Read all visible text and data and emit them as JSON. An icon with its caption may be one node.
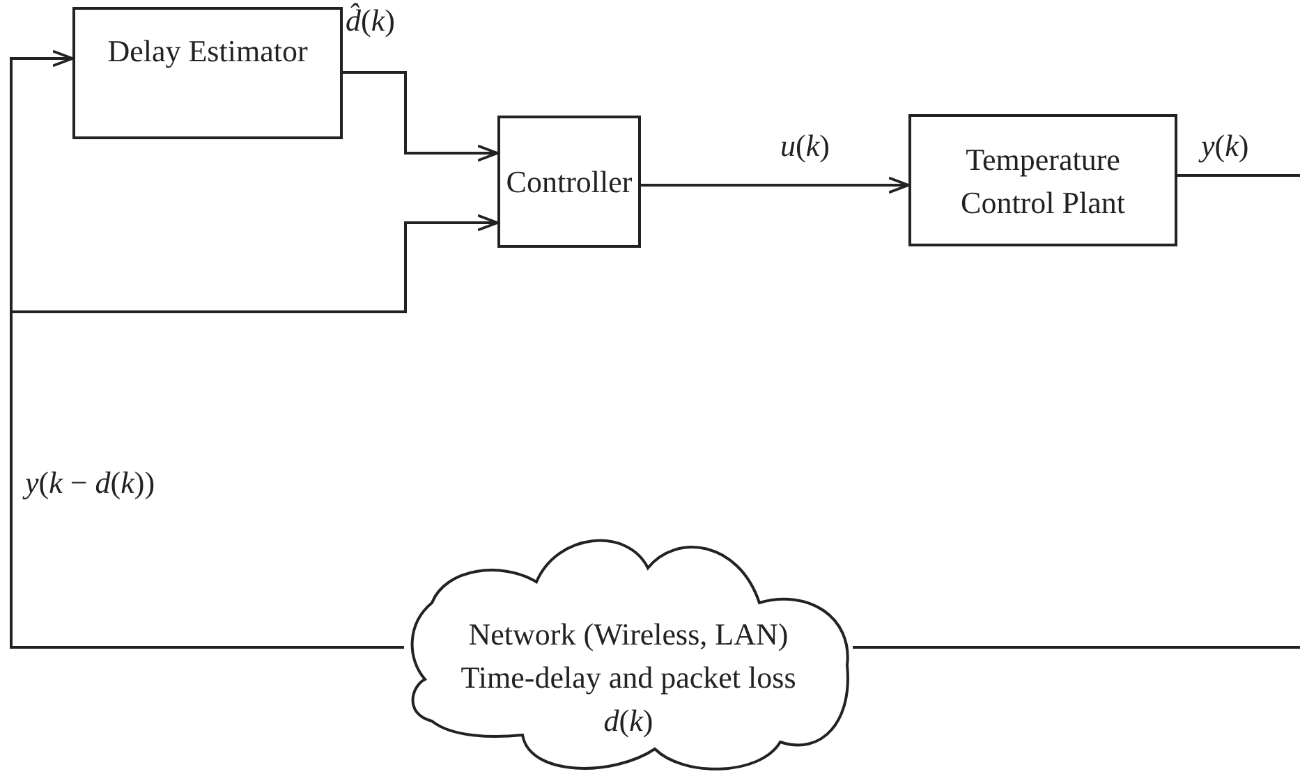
{
  "diagram": {
    "nodes": [
      {
        "text": [
          "Delay Estimator"
        ]
      },
      {
        "text": [
          "Controller"
        ]
      },
      {
        "text": [
          "Temperature Control Plant"
        ]
      },
      {
        "text": [
          "Network (Wireless, LAN)",
          "Time-delay and packet loss",
          "*d*(*k*)"
        ]
      }
    ],
    "edges": [
      {
        "from": 0,
        "to": 1,
        "arrow": "to",
        "label": "*d̂*(*k*)"
      },
      {
        "from": 1,
        "to": 2,
        "arrow": "to",
        "label": "*u*(*k*)"
      },
      {
        "from": 2,
        "to": null,
        "arrow": "none",
        "label": "*y*(*k*)"
      },
      {
        "from": null,
        "to": 3,
        "arrow": "none"
      },
      {
        "from": 3,
        "to": 0,
        "arrow": "to",
        "label": "*y*(*k* − *d*(*k*))"
      },
      {
        "from": 3,
        "to": 1,
        "arrow": "to"
      }
    ]
  }
}
